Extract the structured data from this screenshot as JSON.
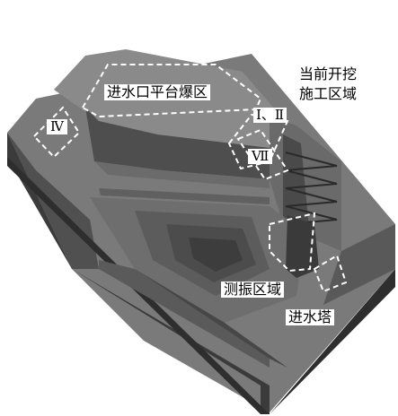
{
  "diagram": {
    "labels": {
      "inlet_platform_blast_zone": "进水口平台爆区",
      "current_excavation_area": "当前开挖\n施工区域",
      "vibration_monitoring_area": "测振区域",
      "intake_tower": "进水塔"
    },
    "zone_markers": {
      "zone_4": "Ⅳ",
      "zone_1_2": "Ⅰ、Ⅱ",
      "zone_7": "Ⅶ"
    },
    "colors": {
      "terrain_top": "#7c7c7c",
      "terrain_face": "#555555",
      "terrain_dark": "#3d3d3d",
      "outline_dashed": "#ffffff"
    }
  }
}
